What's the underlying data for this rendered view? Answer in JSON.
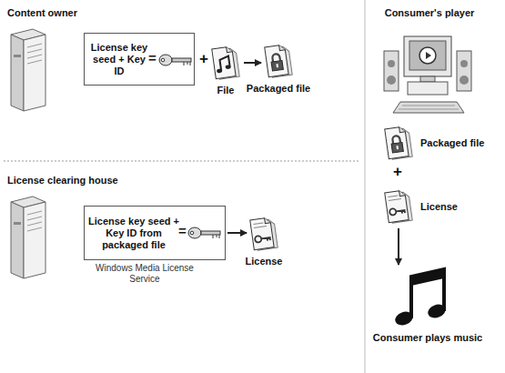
{
  "diagram": {
    "nodes": [
      {
        "text": [
          "License key seed + Key ID"
        ]
      },
      {
        "text": [
          "File"
        ]
      },
      {
        "text": [
          "Packaged file"
        ]
      },
      {
        "text": [
          "License key seed + Key ID from packaged file",
          "Windows Media License Service"
        ]
      },
      {
        "text": [
          "License"
        ]
      },
      {
        "text": [
          "Packaged file"
        ]
      },
      {
        "text": [
          "License"
        ]
      },
      {
        "text": [
          "Consumer plays music"
        ]
      }
    ],
    "edges": [
      {
        "from": 1,
        "to": 2,
        "arrow": "to"
      },
      {
        "from": 3,
        "to": 4,
        "arrow": "to"
      },
      {
        "from": 6,
        "to": 7,
        "arrow": "to"
      }
    ],
    "labels": [
      "Content owner",
      "=",
      "+",
      "License clearing house",
      "=",
      "Consumer's player",
      "+"
    ]
  }
}
